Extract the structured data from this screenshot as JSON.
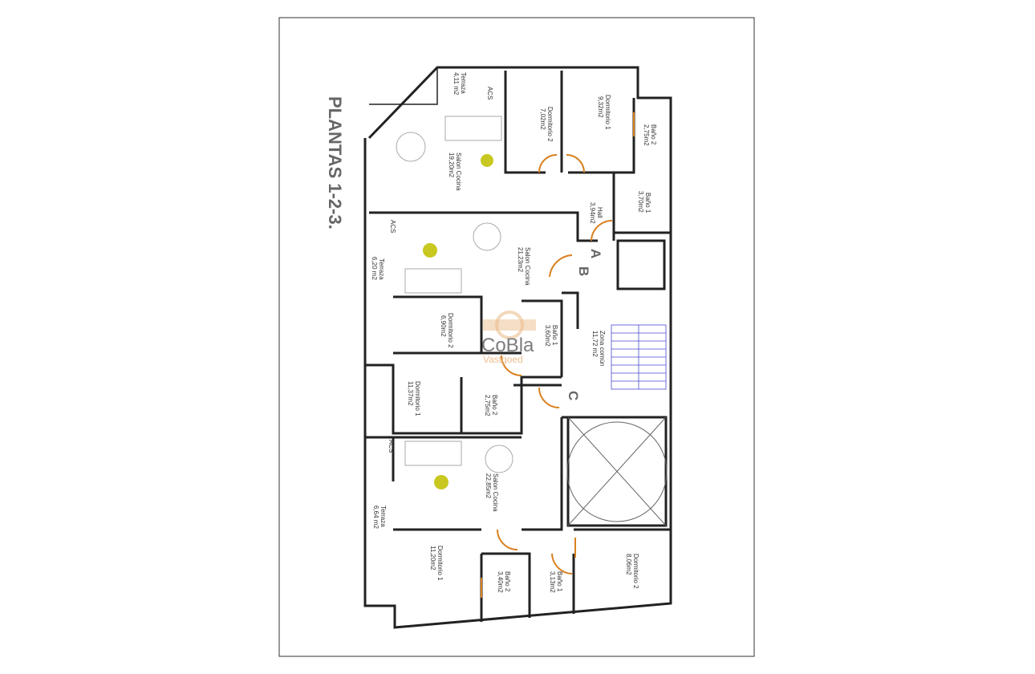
{
  "title": "PLANTAS 1-2-3.",
  "units": [
    {
      "letter": "A",
      "rooms": [
        {
          "name": "Terraza",
          "area": "4,11 m2"
        },
        {
          "name": "ACS",
          "area": ""
        },
        {
          "name": "Dormitorio 2",
          "area": "7,02m2"
        },
        {
          "name": "Dormitorio 1",
          "area": "9,32m2"
        },
        {
          "name": "Baño 2",
          "area": "2,75m2"
        },
        {
          "name": "Salon Cocina",
          "area": "19,20m2"
        },
        {
          "name": "Hall",
          "area": "3,94m2"
        },
        {
          "name": "Baño 1",
          "area": "3,70m2"
        }
      ]
    },
    {
      "letter": "B",
      "rooms": [
        {
          "name": "ACS",
          "area": ""
        },
        {
          "name": "Terraza",
          "area": "6,20 m2"
        },
        {
          "name": "Salon Cocina",
          "area": "21,23m2"
        },
        {
          "name": "Dormitorio 2",
          "area": "6,90m2"
        },
        {
          "name": "Baño 1",
          "area": "3,60m2"
        },
        {
          "name": "Dormitorio 1",
          "area": "11,37m2"
        },
        {
          "name": "Baño 2",
          "area": "2,75m2"
        }
      ]
    },
    {
      "letter": "C",
      "rooms": [
        {
          "name": "ACS",
          "area": ""
        },
        {
          "name": "Salon Cocina",
          "area": "22,85m2"
        },
        {
          "name": "Terraza",
          "area": "6,64 m2"
        },
        {
          "name": "Dormitorio 1",
          "area": "11,20m2"
        },
        {
          "name": "Baño 2",
          "area": "3,40m2"
        },
        {
          "name": "Baño 1",
          "area": "3,13m2"
        },
        {
          "name": "Dormitorio 2",
          "area": "8,06m2"
        }
      ]
    }
  ],
  "common": {
    "name": "Zona común",
    "area": "11,72 m2"
  },
  "watermark": {
    "brand": "CoBla",
    "sub": "Vastgoed"
  },
  "colors": {
    "walls": "#222222",
    "doors": "#d9801e",
    "stairs": "#4a4ad0",
    "watermark": "#e8b27a",
    "title": "#666666"
  }
}
